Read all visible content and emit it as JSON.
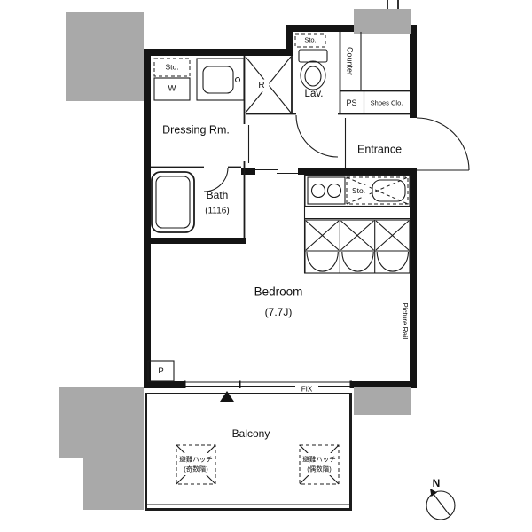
{
  "rooms": {
    "dressing": "Dressing Rm.",
    "bath": "Bath",
    "bath_size": "(1116)",
    "lav": "Lav.",
    "entrance": "Entrance",
    "bedroom": "Bedroom",
    "bedroom_size": "(7.7J)",
    "balcony": "Balcony"
  },
  "features": {
    "storage_dressing": "Sto.",
    "washer": "W",
    "refrigerator": "R",
    "storage_lav": "Sto.",
    "counter": "Counter",
    "pipe_space": "PS",
    "shoes_closet": "Shoes Clo.",
    "storage_kitchen": "Sto.",
    "picture_rail": "Picture Rail",
    "pole": "P",
    "fix_window": "FIX"
  },
  "balcony_items": {
    "hatch_odd_line1": "避難ハッチ",
    "hatch_odd_line2": "(奇数階)",
    "hatch_even_line1": "避難ハッチ",
    "hatch_even_line2": "(偶数階)"
  },
  "compass": {
    "north_label": "N"
  },
  "colors": {
    "wall": "#141414",
    "line": "#1c1c1c",
    "gray": "#a9a9a9",
    "background": "#ffffff"
  }
}
